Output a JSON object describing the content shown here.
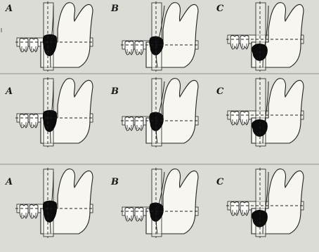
{
  "figure": {
    "rows": [
      {
        "name": "row-1",
        "panels": [
          {
            "label": "A",
            "variant": "a"
          },
          {
            "label": "B",
            "variant": "b"
          },
          {
            "label": "C",
            "variant": "c"
          }
        ]
      },
      {
        "name": "row-2",
        "panels": [
          {
            "label": "A",
            "variant": "a"
          },
          {
            "label": "B",
            "variant": "b"
          },
          {
            "label": "C",
            "variant": "c"
          }
        ]
      },
      {
        "name": "row-3",
        "panels": [
          {
            "label": "A",
            "variant": "a"
          },
          {
            "label": "B",
            "variant": "b"
          },
          {
            "label": "C",
            "variant": "c"
          }
        ]
      }
    ]
  },
  "colors": {
    "background": "#dcdcd6",
    "jaw_fill": "#f7f6f1",
    "outline": "#222222",
    "impacted_tooth": "#0c0c0c"
  }
}
